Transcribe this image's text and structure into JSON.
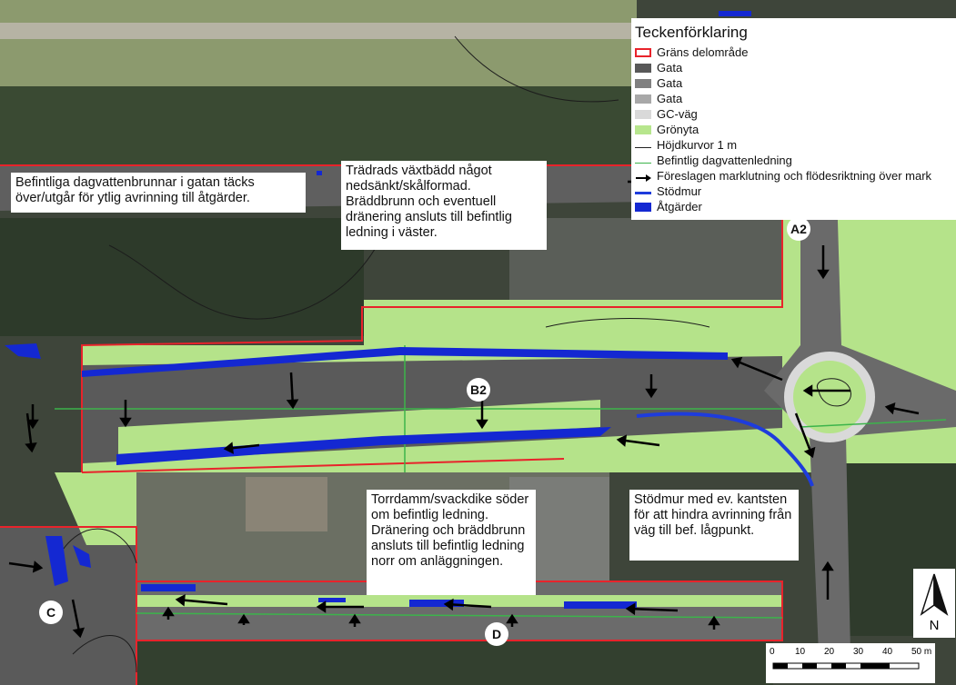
{
  "legend": {
    "title": "Teckenförklaring",
    "items": [
      {
        "label": "Gräns delområde",
        "kind": "outline",
        "color": "#e8232b"
      },
      {
        "label": "Gata",
        "kind": "fill",
        "color": "#585858"
      },
      {
        "label": "Gata",
        "kind": "fill",
        "color": "#808080"
      },
      {
        "label": "Gata",
        "kind": "fill",
        "color": "#a8a8a8"
      },
      {
        "label": "GC-väg",
        "kind": "fill",
        "color": "#d9d9d9"
      },
      {
        "label": "Grönyta",
        "kind": "fill",
        "color": "#b7e68d"
      },
      {
        "label": "Höjdkurvor 1 m",
        "kind": "line",
        "color": "#222222"
      },
      {
        "label": "Befintlig dagvattenledning",
        "kind": "line",
        "color": "#3cb44b"
      },
      {
        "label": "Föreslagen marklutning och flödesriktning över mark",
        "kind": "arrow",
        "color": "#000000"
      },
      {
        "label": "Stödmur",
        "kind": "thickline",
        "color": "#1e3cdc"
      },
      {
        "label": "Åtgärder",
        "kind": "fill",
        "color": "#1428d2"
      }
    ]
  },
  "callouts": {
    "nw": "Befintliga dagvattenbrunnar i gatan täcks över/utgår för ytlig avrinning till åtgärder.",
    "trad": "Trädrads växtbädd något nedsänkt/skålformad. Bräddbrunn och eventuell dränering ansluts till befintlig ledning i väster.",
    "torr": "Torrdamm/svackdike söder om befintlig ledning. Dränering och bräddbrunn ansluts till befintlig ledning norr om anläggningen.",
    "stod": "Stödmur med ev. kantsten för att hindra avrinning från väg till bef. lågpunkt."
  },
  "area_labels": {
    "a2": "A2",
    "b2": "B2",
    "c": "C",
    "d": "D"
  },
  "north": "N",
  "scale": {
    "ticks": [
      "0",
      "10",
      "20",
      "30",
      "40",
      "50 m"
    ]
  }
}
